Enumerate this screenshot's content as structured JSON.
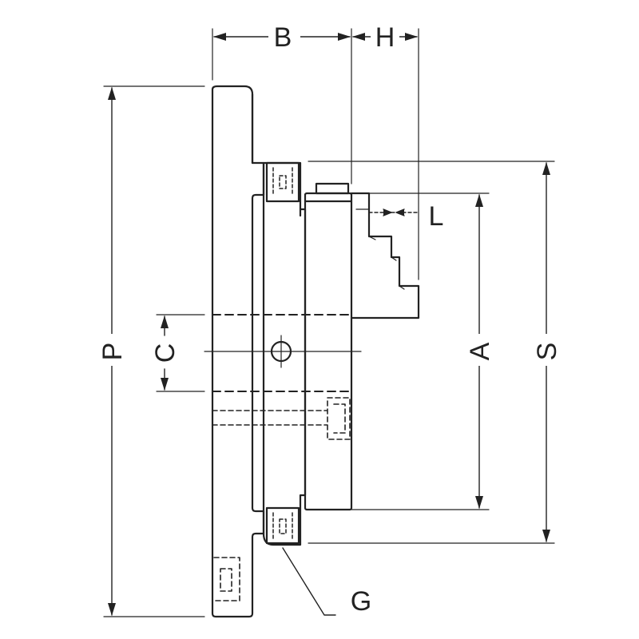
{
  "diagram": {
    "labels": {
      "B": "B",
      "H": "H",
      "L": "L",
      "P": "P",
      "C": "C",
      "A": "A",
      "S": "S",
      "G": "G"
    },
    "colors": {
      "outline": "#222222",
      "dash": "#333333",
      "background": "#ffffff"
    }
  }
}
